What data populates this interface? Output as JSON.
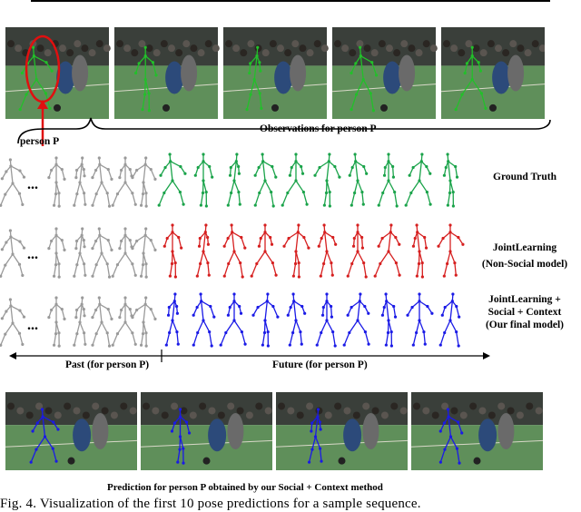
{
  "figure": {
    "top_labels": {
      "person_marker": "person P",
      "observations": "Observations for person P"
    },
    "rows": [
      {
        "label_lines": [
          "Ground Truth"
        ],
        "color": "#1aa34a"
      },
      {
        "label_lines": [
          "JointLearning",
          "(Non-Social model)"
        ],
        "color": "#d61f1f"
      },
      {
        "label_lines": [
          "JointLearning +",
          "Social + Context",
          "(Our final model)"
        ],
        "color": "#1a1ae6"
      }
    ],
    "past_color": "#9a9a9a",
    "ellipsis": "...",
    "timeline": {
      "past": "Past (for person P)",
      "future": "Future (for person P)"
    },
    "bottom_label": "Prediction for person P obtained by our Social + Context method",
    "caption": "Fig. 4.   Visualization of the first 10 pose predictions for a sample sequence."
  }
}
